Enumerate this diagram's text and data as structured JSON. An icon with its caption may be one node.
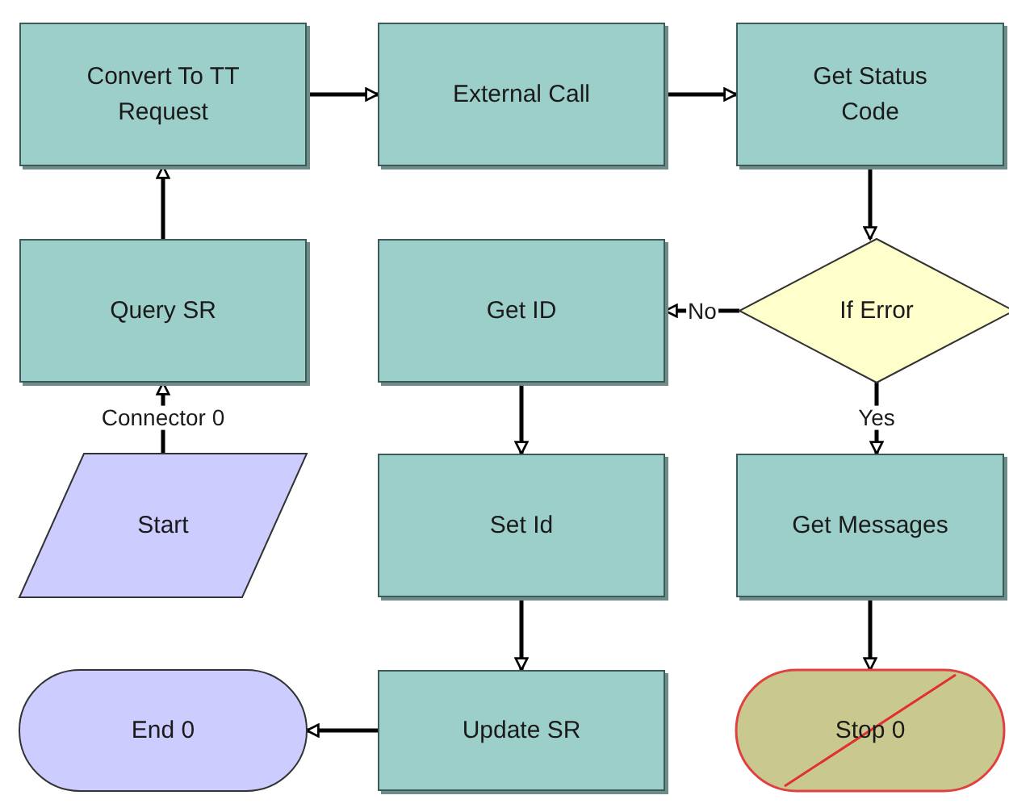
{
  "diagram": {
    "nodes": [
      {
        "text": [
          "Convert To TT Request"
        ]
      },
      {
        "text": [
          "External Call"
        ]
      },
      {
        "text": [
          "Get Status Code"
        ]
      },
      {
        "text": [
          "Query SR"
        ]
      },
      {
        "text": [
          "Get ID"
        ]
      },
      {
        "text": [
          "If Error"
        ]
      },
      {
        "text": [
          "Start"
        ]
      },
      {
        "text": [
          "Set Id"
        ]
      },
      {
        "text": [
          "Get Messages"
        ]
      },
      {
        "text": [
          "End 0"
        ]
      },
      {
        "text": [
          "Update SR"
        ]
      },
      {
        "text": [
          "Stop 0"
        ]
      }
    ],
    "edges": [
      {
        "from": 6,
        "to": 3,
        "arrow": "to",
        "label": "Connector 0"
      },
      {
        "from": 3,
        "to": 0,
        "arrow": "to"
      },
      {
        "from": 0,
        "to": 1,
        "arrow": "to"
      },
      {
        "from": 1,
        "to": 2,
        "arrow": "to"
      },
      {
        "from": 2,
        "to": 5,
        "arrow": "to"
      },
      {
        "from": 5,
        "to": 4,
        "arrow": "to",
        "label": "No"
      },
      {
        "from": 5,
        "to": 8,
        "arrow": "to",
        "label": "Yes"
      },
      {
        "from": 4,
        "to": 7,
        "arrow": "to"
      },
      {
        "from": 7,
        "to": 10,
        "arrow": "to"
      },
      {
        "from": 10,
        "to": 9,
        "arrow": "to"
      },
      {
        "from": 8,
        "to": 11,
        "arrow": "to"
      }
    ]
  }
}
